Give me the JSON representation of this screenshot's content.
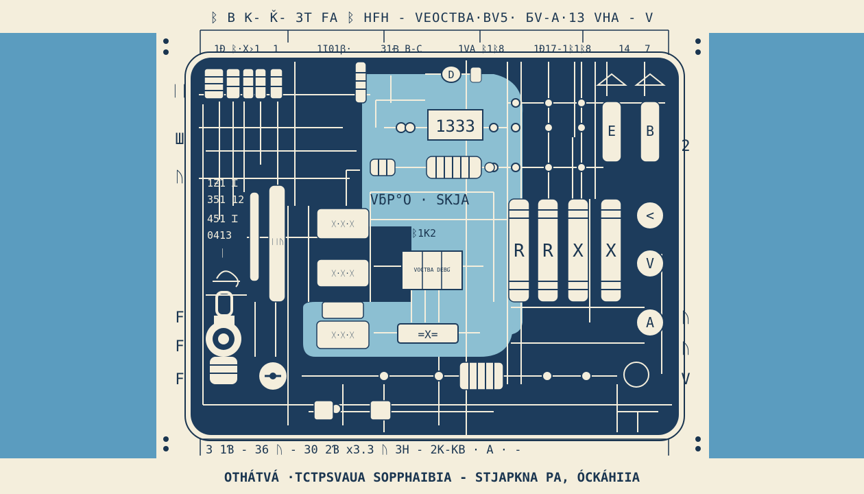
{
  "top_title": "ᛒ B K- Ǩ- 3T FA ᛒ HFH - VEOCTBA·BV5· БV-A·13 VHA - V",
  "top_ruler_labels": [
    "1Ð ᛒ·X›1",
    "1",
    "1Ɩ01ꞵ·",
    "31Ꞗ B-C",
    "1VA ᛒ1ᛒ8",
    "1Ð17-1ᛒ1ᛒ8",
    "14",
    "7"
  ],
  "bottom_ruler": "3 1Ɓ - 36 ᚢ - 30 2Ɓ x3.3 ᚢ 3H - 2K-KB · A · -",
  "footer_caption": "OTHÁTVÁ ·TCTPSVAUA SOPPHAIBIA - STJAPKNA PA, ÓCKÁHIIA",
  "left_edge_glyphs": [
    "ᛁᛁ",
    "Ш",
    "ᚢ",
    "F",
    "F",
    "F"
  ],
  "right_edge_glyphs": [
    "2",
    "ᚢ",
    "ᚢ",
    "V"
  ],
  "display_value": "1333",
  "diode_label": "D",
  "section_title": "VƃP°O · SKJA",
  "section_subtitle": "ᛒ1K2",
  "chip_label": "VOCTBA DEBƓ",
  "left_numbers": [
    "1Ƶ1 Ɪ",
    "351 12",
    "451 Ɪ",
    "0413",
    "ᛁ"
  ],
  "small_resistor_label": "ᛁᛁᚢ",
  "mid_resistors": [
    "ᚷ·ᚷ·ᚷ",
    "ᚷ·ᚷ·ᚷ",
    "ᚷ·ᚷ·ᚷ"
  ],
  "box_x_label": "=X=",
  "tall_resistors": [
    "R",
    "R",
    "X",
    "X"
  ],
  "tube_letters": [
    "E",
    "B"
  ],
  "meters": [
    "<",
    "V",
    "A"
  ],
  "colors": {
    "cream": "#f4eedc",
    "navy": "#1d3c5c",
    "side_blue": "#5b9cbf",
    "light_blue": "#8cbfd2",
    "ink": "#1a3550"
  }
}
